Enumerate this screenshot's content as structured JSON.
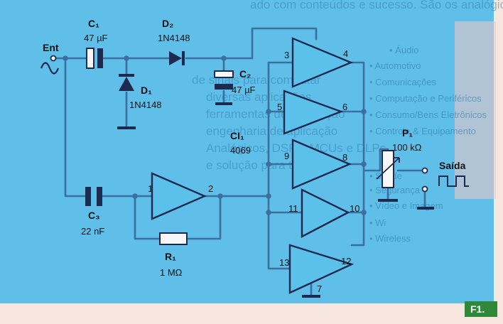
{
  "labels": {
    "input": "Ent",
    "output": "Saída",
    "c1_name": "C₁",
    "c1_value": "47 µF",
    "d2_name": "D₂",
    "d2_value": "1N4148",
    "d1_name": "D₁",
    "d1_value": "1N4148",
    "c2_name": "C₂",
    "c2_value": "47 µF",
    "ci1_name": "CI₁",
    "ci1_value": "4069",
    "p1_name": "P₁",
    "p1_value": "100 kΩ",
    "c3_name": "C₃",
    "c3_value": "22 nF",
    "r1_name": "R₁",
    "r1_value": "1 MΩ",
    "figure": "F1."
  },
  "pins": [
    "1",
    "2",
    "3",
    "4",
    "5",
    "6",
    "9",
    "8",
    "11",
    "10",
    "13",
    "12",
    "7"
  ],
  "background_text": {
    "header": "ado com conteúdos e sucesso. São os analógicos de alta perfor",
    "list": [
      "• Áudio",
      "• Automotivo",
      "• Comunicações",
      "• Computação e Periféricos",
      "• Consumo/Bens Eletrônicos",
      "• Controle & Equipamento",
      "• Saúde",
      "• Segurança",
      "• Vídeo e Imagem",
      "• Wi",
      "• Wireless"
    ],
    "body": [
      "de sinais para computar",
      "diversas aplicações",
      "ferramentas de simulação",
      "engenharia de aplicação",
      "Analógicos, DSPs, MCUs e DLPs",
      "e solução para todo o"
    ]
  },
  "colors": {
    "background_panel": "#60bfe8",
    "wire": "#3a6fa0",
    "gate_fill": "#5bc0ea",
    "figure_badge": "#2e8a3a"
  }
}
